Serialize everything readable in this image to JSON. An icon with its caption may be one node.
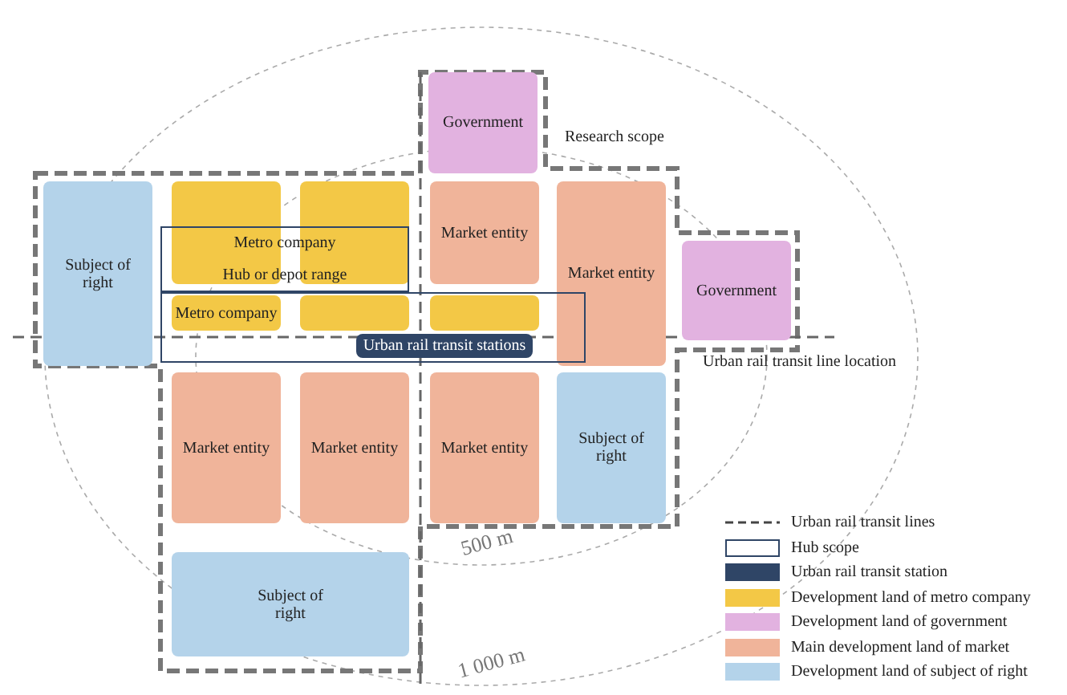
{
  "diagram": {
    "nodes": [
      {
        "text": [
          "Government"
        ]
      },
      {
        "text": [
          "Subject of right"
        ]
      },
      {
        "text": [],
        "shape": "box"
      },
      {
        "text": [],
        "shape": "box"
      },
      {
        "text": [
          "Market entity"
        ]
      },
      {
        "text": [
          "Market entity"
        ]
      },
      {
        "text": [
          "Metro company",
          "Hub or depot range"
        ]
      },
      {
        "text": [
          "Metro company"
        ],
        "in": 11
      },
      {
        "text": [],
        "shape": "box",
        "in": 11
      },
      {
        "text": [],
        "shape": "box",
        "in": 11
      },
      {
        "text": [
          "Government"
        ]
      },
      {
        "text": [],
        "shape": "box"
      },
      {
        "text": [
          "Urban rail transit stations"
        ],
        "in": 11
      },
      {
        "text": [
          "Market entity"
        ]
      },
      {
        "text": [
          "Market entity"
        ]
      },
      {
        "text": [
          "Market entity"
        ]
      },
      {
        "text": [
          "Subject of right"
        ]
      },
      {
        "text": [
          "Subject of right"
        ]
      }
    ],
    "labels": [
      "Research scope",
      "Urban rail transit line location",
      "500 m",
      "1 000 m"
    ],
    "legend": [
      {
        "text": "Urban rail transit lines"
      },
      {
        "text": "Hub scope"
      },
      {
        "text": "Urban rail transit station",
        "color": "#2f4566"
      },
      {
        "text": "Development land of metro company",
        "color": "#f3c846"
      },
      {
        "text": "Development land of government",
        "color": "#e2b2e0"
      },
      {
        "text": "Main development land of market",
        "color": "#f0b49a"
      },
      {
        "text": "Development land of subject of right",
        "color": "#b4d3ea"
      }
    ]
  }
}
